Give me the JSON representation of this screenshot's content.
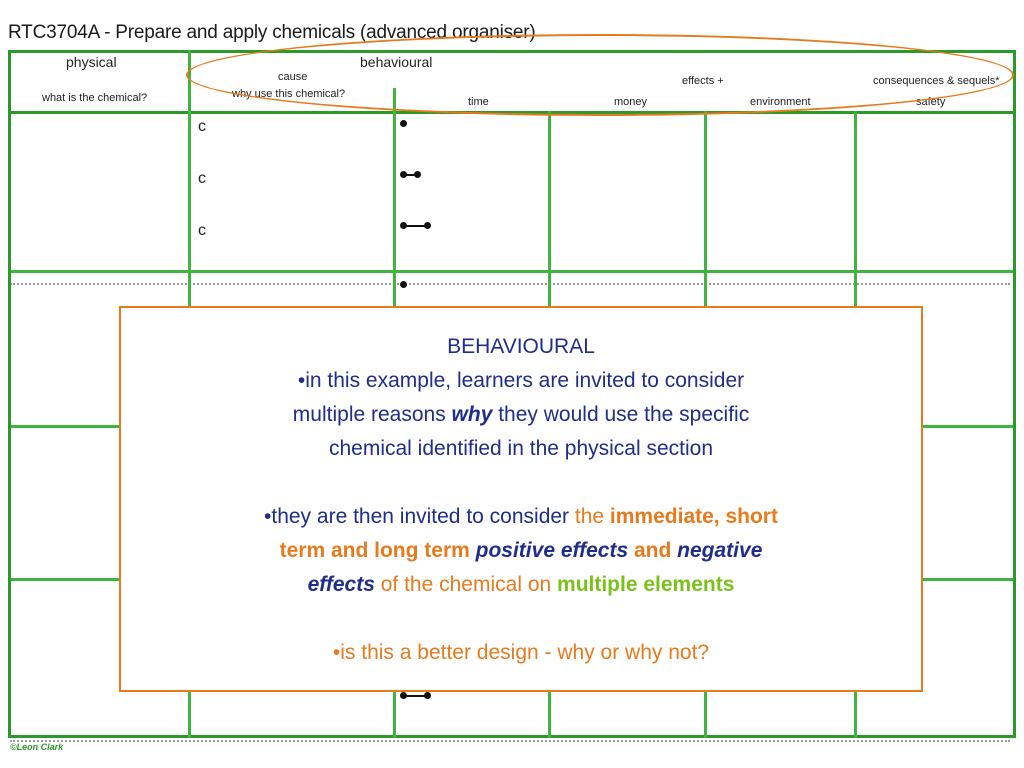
{
  "title": "RTC3704A - Prepare and apply chemicals (advanced organiser)",
  "headers": {
    "physical": "physical",
    "what_is": "what is the chemical?",
    "behavioural": "behavioural",
    "cause": "cause",
    "why_use": "why use this chemical?",
    "effects": "effects +",
    "consequences": "consequences & sequels*",
    "time": "time",
    "money": "money",
    "environment": "environment",
    "safety": "safety"
  },
  "markers": {
    "c1": "c",
    "c2": "c",
    "c3": "c"
  },
  "callout": {
    "heading": "BEHAVIOURAL",
    "p1_line1": "•in this example, learners are invited to consider",
    "p1_line2_a": "multiple reasons ",
    "p1_line2_why": "why",
    "p1_line2_b": " they would use the specific",
    "p1_line3": "chemical identified in the physical section",
    "p2_a": "•they are then invited to consider ",
    "p2_the": "the ",
    "p2_imm": "immediate, short",
    "p2_term": "term and long term ",
    "p2_pos": "positive effects",
    "p2_and": "  and ",
    "p2_neg": "negative",
    "p2_eff": "effects",
    "p2_of": " of the chemical on ",
    "p2_multi": "multiple elements",
    "p3": "•is this a better design - why or why not?"
  },
  "footer": {
    "logo": "©Leon Clark"
  },
  "colors": {
    "grid": "#3fb53f",
    "highlight": "#e87a1c",
    "text_blue": "#1f2d8c",
    "green_text": "#7ac21a"
  }
}
